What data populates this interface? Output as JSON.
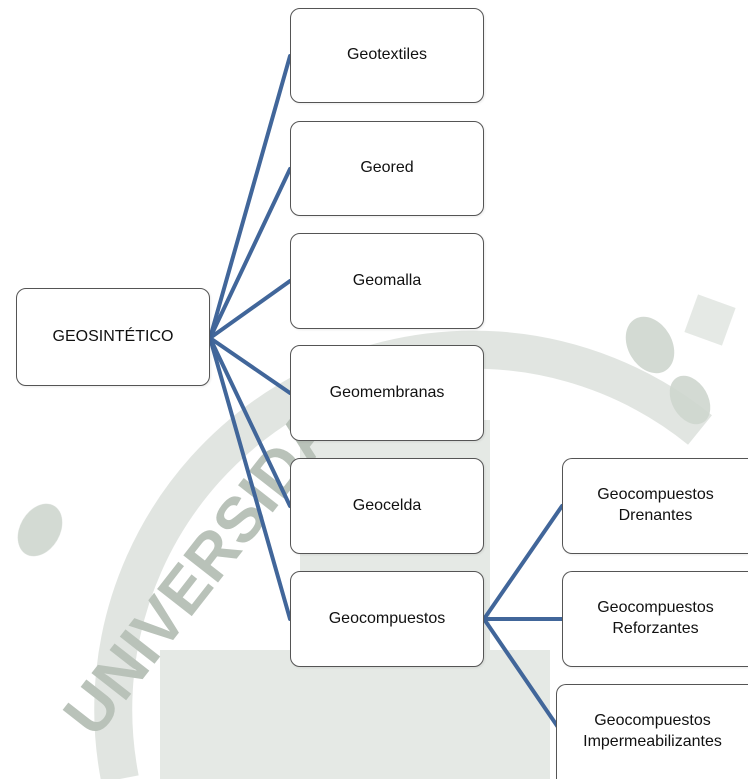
{
  "root": {
    "label": "GEOSINTÉTICO"
  },
  "children": [
    {
      "label": "Geotextiles"
    },
    {
      "label": "Geored"
    },
    {
      "label": "Geomalla"
    },
    {
      "label": "Geomembranas"
    },
    {
      "label": "Geocelda"
    },
    {
      "label": "Geocompuestos"
    }
  ],
  "subchildren": [
    {
      "line1": "Geocompuestos",
      "line2": "Drenantes"
    },
    {
      "line1": "Geocompuestos",
      "line2": "Reforzantes"
    },
    {
      "line1": "Geocompuestos",
      "line2": "Impermeabilizantes"
    }
  ],
  "watermark": {
    "text": "UNIVERSIDAD"
  },
  "colors": {
    "connector": "#41669a",
    "border": "#555555",
    "watermark": "#c8cfc8"
  }
}
